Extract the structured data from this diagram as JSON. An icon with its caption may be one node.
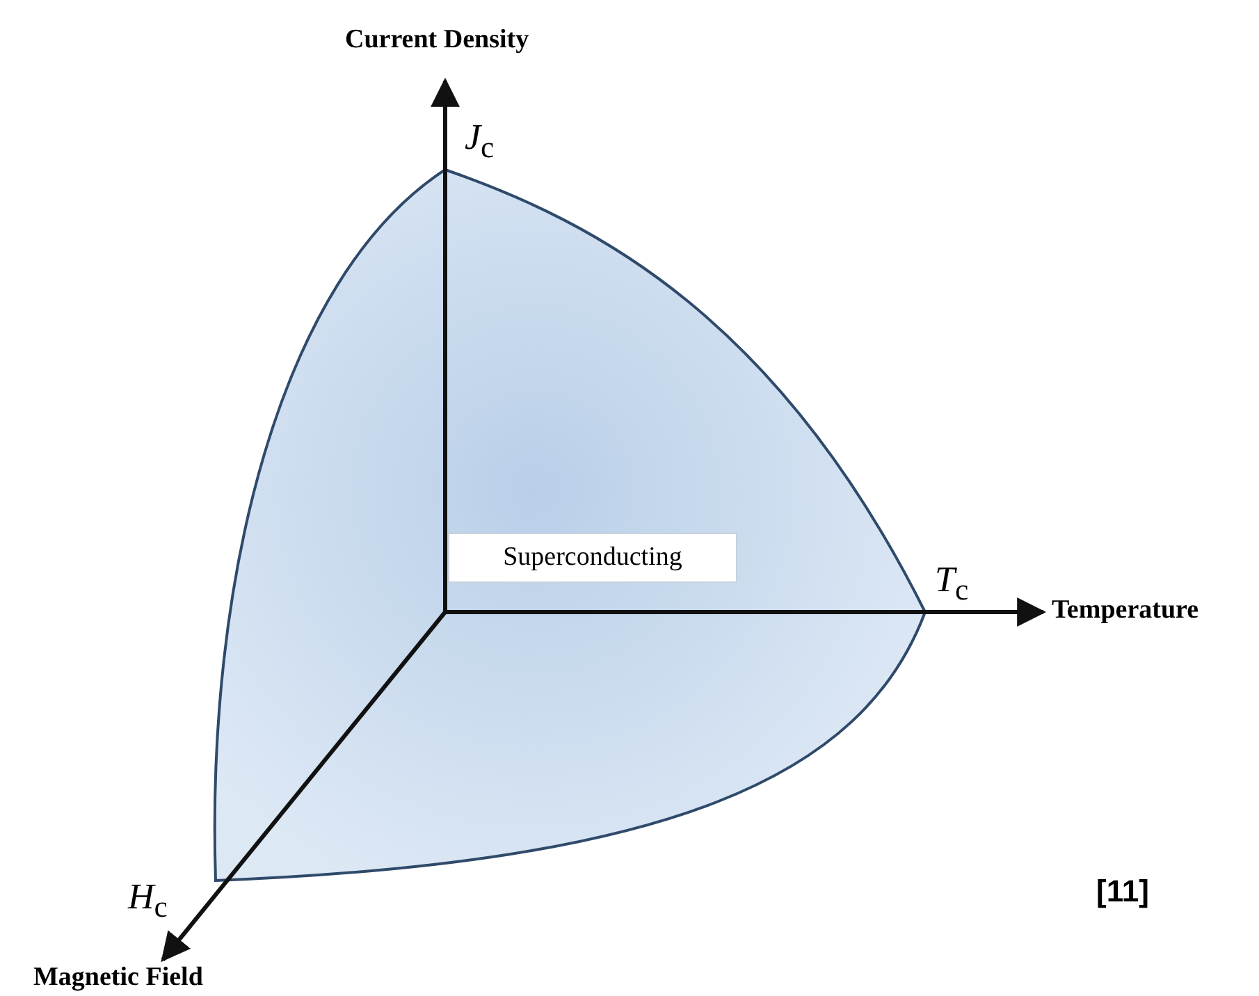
{
  "diagram": {
    "nodes": [
      {
        "text": [
          "Superconducting"
        ]
      }
    ],
    "labels": [
      "Current Density",
      "*J*$_{c}$",
      "*T*$_{c}$",
      "Temperature",
      "*H*$_{c}$",
      "[11]",
      "Magnetic Field"
    ]
  }
}
